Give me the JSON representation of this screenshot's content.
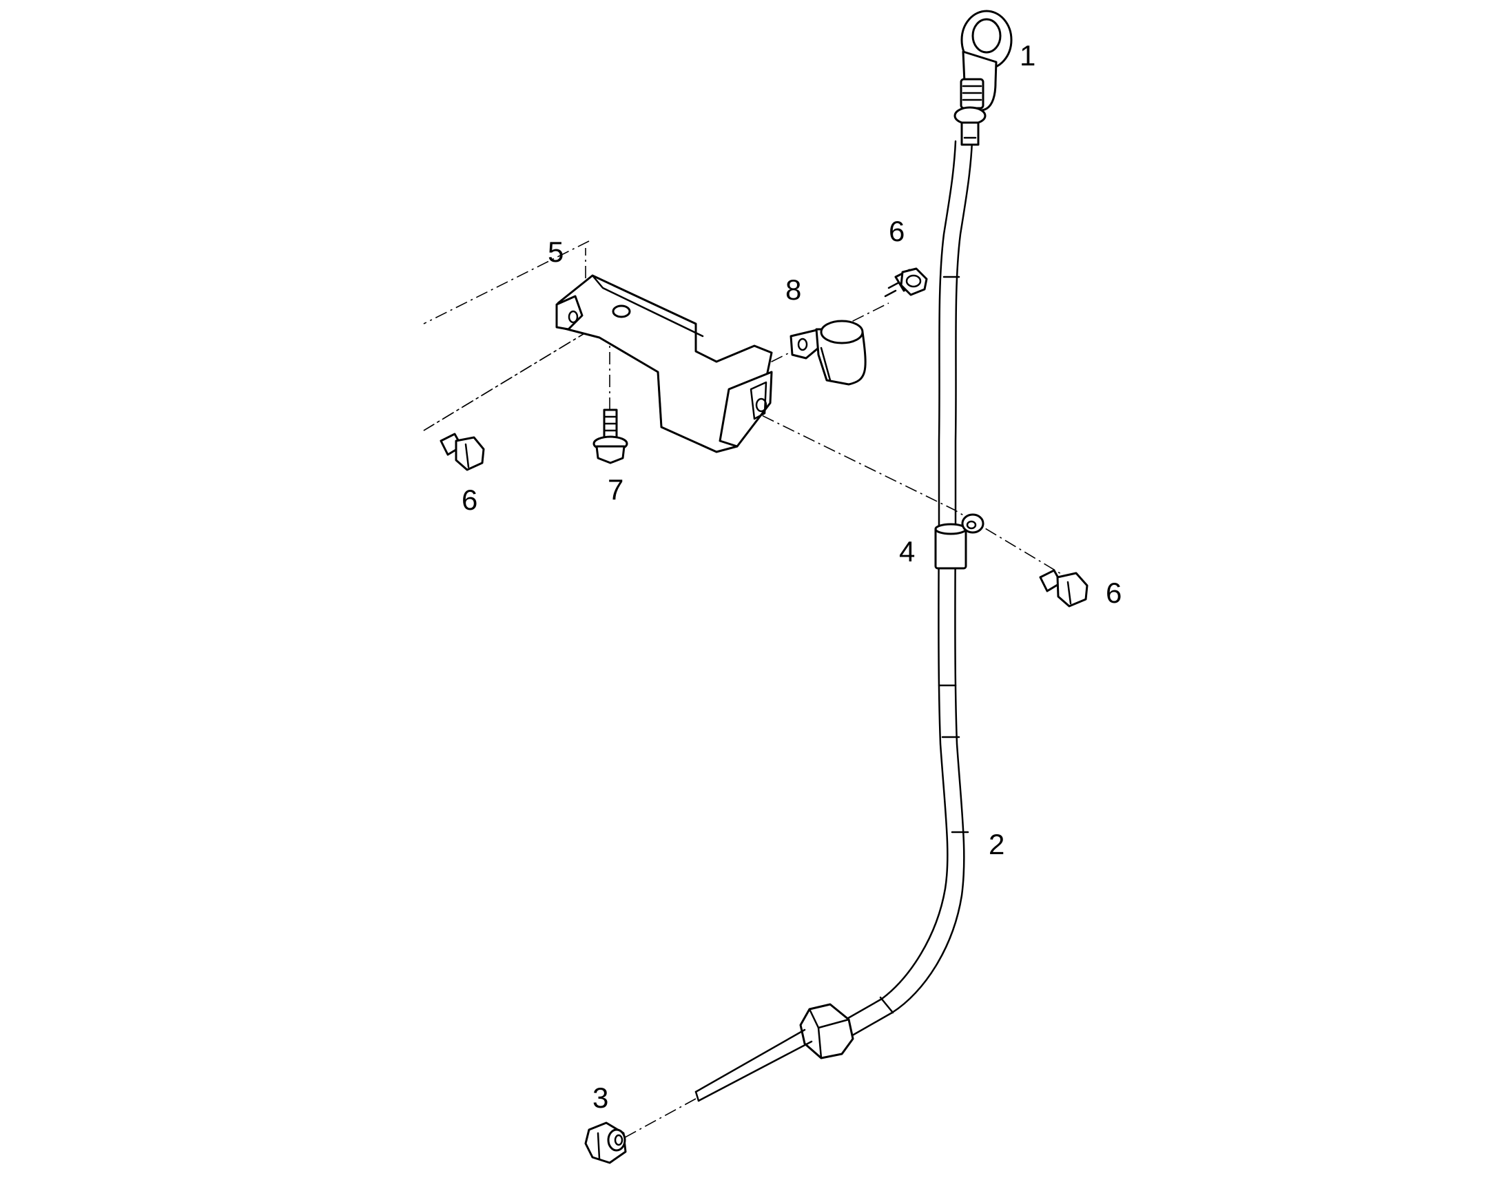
{
  "callouts": [
    {
      "id": "c1",
      "label": "1",
      "part": "dipstick-handle"
    },
    {
      "id": "c2",
      "label": "2",
      "part": "dipstick-tube"
    },
    {
      "id": "c3",
      "label": "3",
      "part": "tube-fitting-nut"
    },
    {
      "id": "c4",
      "label": "4",
      "part": "tube-clamp-collar"
    },
    {
      "id": "c5",
      "label": "5",
      "part": "mounting-bracket"
    },
    {
      "id": "c6a",
      "label": "6",
      "part": "flange-bolt"
    },
    {
      "id": "c6b",
      "label": "6",
      "part": "flange-bolt"
    },
    {
      "id": "c6c",
      "label": "6",
      "part": "flange-bolt"
    },
    {
      "id": "c7",
      "label": "7",
      "part": "bracket-bolt"
    },
    {
      "id": "c8",
      "label": "8",
      "part": "p-clamp"
    }
  ],
  "colors": {
    "line": "#000000",
    "background": "#ffffff"
  }
}
